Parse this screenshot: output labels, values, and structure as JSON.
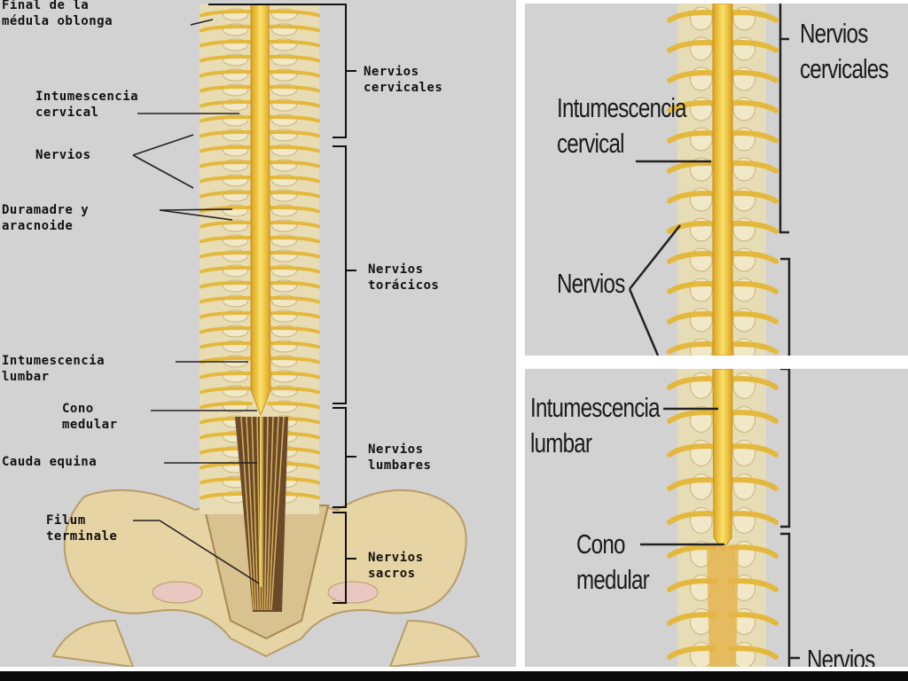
{
  "main": {
    "labels": {
      "final_medula": [
        "Final de la",
        "médula oblonga"
      ],
      "nervios_cervicales": [
        "Nervios",
        "cervicales"
      ],
      "intumescencia_cervical": [
        "Intumescencia",
        "cervical"
      ],
      "nervios": [
        "Nervios"
      ],
      "duramadre": [
        "Duramadre y",
        "aracnoide"
      ],
      "nervios_toracicos": [
        "Nervios",
        "torácicos"
      ],
      "intumescencia_lumbar": [
        "Intumescencia",
        "lumbar"
      ],
      "cono_medular": [
        "Cono",
        "medular"
      ],
      "cauda_equina": [
        "Cauda equina"
      ],
      "nervios_lumbares": [
        "Nervios",
        "lumbares"
      ],
      "filum_terminale": [
        "Filum",
        "terminale"
      ],
      "nervios_sacros": [
        "Nervios",
        "sacros"
      ]
    }
  },
  "zoom_top": {
    "labels": {
      "nervios_cervicales": [
        "Nervios",
        "cervicales"
      ],
      "intumescencia_cervical": [
        "Intumescencia",
        "cervical"
      ],
      "nervios": [
        "Nervios"
      ]
    }
  },
  "zoom_bottom": {
    "labels": {
      "intumescencia_lumbar": [
        "Intumescencia",
        "lumbar"
      ],
      "cono_medular": [
        "Cono",
        "medular"
      ],
      "nervios_partial": [
        "Nervios"
      ]
    }
  },
  "colors": {
    "background": "#d2d2d2",
    "cord": "#f2c434",
    "nerve": "#e6c66a",
    "vertebra": "#ece0b8",
    "bone": "#e8d6a8",
    "dark_nerves": "#6b4a2a"
  }
}
